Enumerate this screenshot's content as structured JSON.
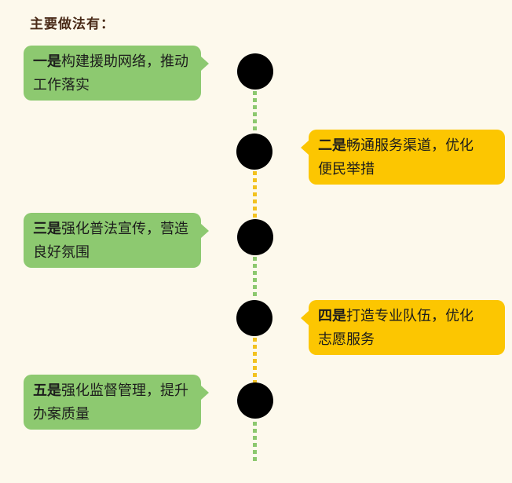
{
  "canvas": {
    "background": "#fdf9ec"
  },
  "title": {
    "text": "主要做法有：",
    "color": "#4a2b18"
  },
  "colors": {
    "green_bubble": "#8dc970",
    "yellow_bubble": "#fcc601",
    "green_icon_bg": "#cdeec6",
    "green_icon_foot": "#82c985",
    "yellow_icon_bg": "#f1d94e",
    "yellow_icon_foot": "#e2c83e",
    "green_dots": "#8cc86e",
    "yellow_dots": "#f2c21f",
    "text": "#1c1c1c"
  },
  "timeline": {
    "icon": "footprint-icon",
    "style": "vertical-dotted-line",
    "segment_colors": [
      "green",
      "yellow",
      "green",
      "yellow",
      "green"
    ]
  },
  "steps": [
    {
      "prefix": "一是",
      "line1": "构建援助网络，推动",
      "line2": "工作落实",
      "side": "left",
      "bubble_color": "green"
    },
    {
      "prefix": "二是",
      "line1": "畅通服务渠道，优化",
      "line2": "便民举措",
      "side": "right",
      "bubble_color": "yellow"
    },
    {
      "prefix": "三是",
      "line1": "强化普法宣传，营造",
      "line2": "良好氛围",
      "side": "left",
      "bubble_color": "green"
    },
    {
      "prefix": "四是",
      "line1": "打造专业队伍，优化",
      "line2": "志愿服务",
      "side": "right",
      "bubble_color": "yellow"
    },
    {
      "prefix": "五是",
      "line1": "强化监督管理，提升",
      "line2": "办案质量",
      "side": "left",
      "bubble_color": "green"
    }
  ]
}
